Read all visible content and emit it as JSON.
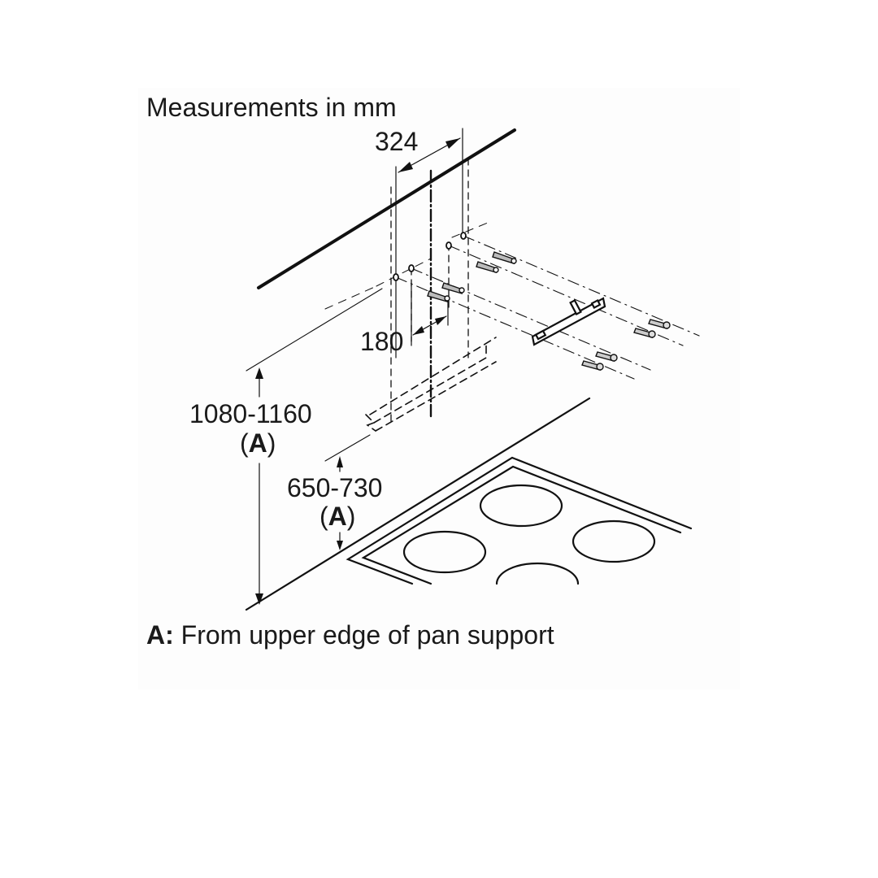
{
  "diagram": {
    "title": "Measurements in mm",
    "dimensions": {
      "hole_spacing_width": "324",
      "hole_spacing_height": "180",
      "mount_height": "1080-1160",
      "mount_height_ref": "A",
      "hood_height": "650-730",
      "hood_height_ref": "A"
    },
    "legend": {
      "key": "A:",
      "text": "From upper edge of pan support"
    },
    "components": [
      "wall-line",
      "center-line",
      "wall-plugs",
      "mounting-bracket",
      "screws",
      "hood-outline",
      "hob-with-4-burners",
      "worktop-edge"
    ],
    "colors": {
      "line": "#111111",
      "text": "#1a1a1a",
      "background": "#ffffff",
      "panel": "#fdfdfd"
    }
  }
}
